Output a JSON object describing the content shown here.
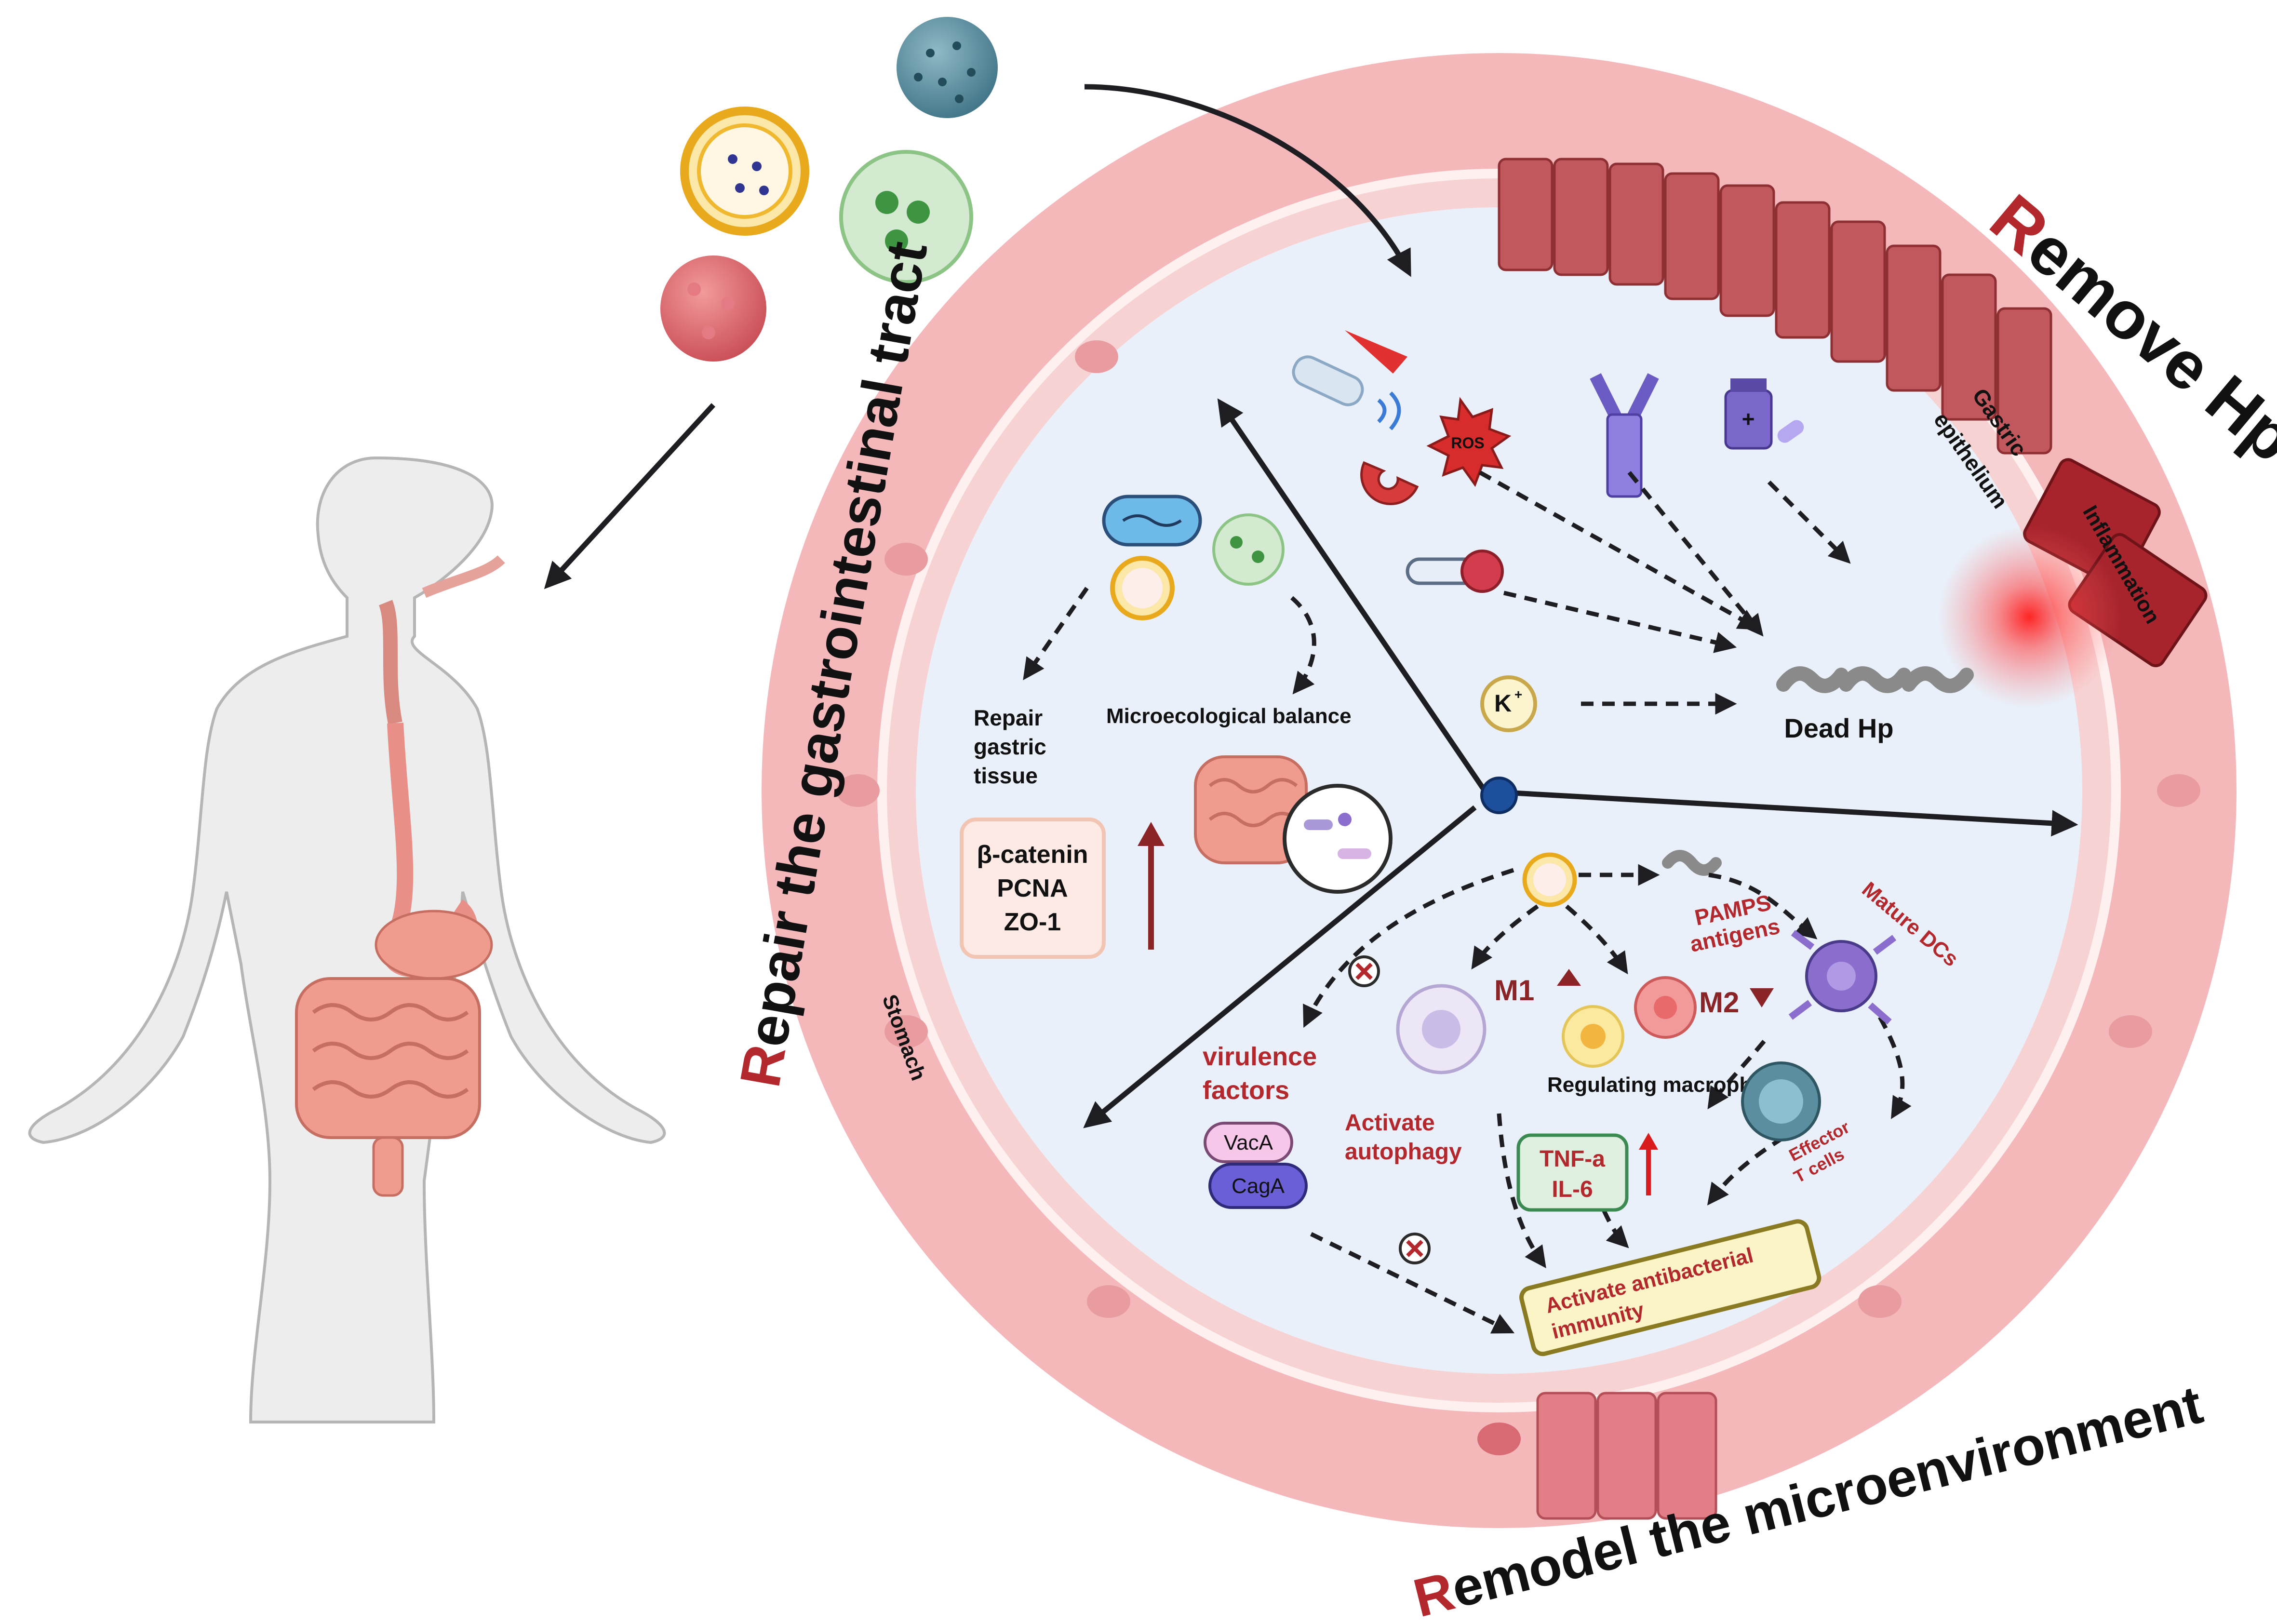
{
  "headings": {
    "remove_first": "R",
    "remove_rest": "emove Hp",
    "repair_first": "R",
    "repair_rest": "epair the gastrointestinal tract",
    "remodel_first": "R",
    "remodel_rest": "emodel the microenvironment"
  },
  "labels": {
    "gastric_epithelium_1": "Gastric",
    "gastric_epithelium_2": "epithelium",
    "inflammation": "Inflammation",
    "stomach": "Stomach",
    "ros": "ROS",
    "potassium": "K",
    "potassium_sup": "+",
    "dead_hp": "Dead Hp",
    "repair_gastric_1": "Repair",
    "repair_gastric_2": "gastric",
    "repair_gastric_3": "tissue",
    "microecological": "Microecological balance",
    "markers": [
      "β-catenin",
      "PCNA",
      "ZO-1"
    ],
    "virulence_1": "virulence",
    "virulence_2": "factors",
    "vaca": "VacA",
    "caga": "CagA",
    "activate_autophagy_1": "Activate",
    "activate_autophagy_2": "autophagy",
    "m1": "M1",
    "m2": "M2",
    "regulating_macrophages": "Regulating macrophages",
    "pamps_1": "PAMPS",
    "pamps_2": "antigens",
    "mature_dcs": "Mature DCs",
    "cytokines": [
      "TNF-a",
      "IL-6"
    ],
    "effector_1": "Effector",
    "effector_2": "T cells",
    "antibacterial_1": "Activate antibacterial",
    "antibacterial_2": "immunity"
  },
  "colors": {
    "heading_accent": "#b3282d",
    "healthy_epithelium": "#f4b8bb",
    "infected_epithelium": "#c1585d",
    "inflamed_epithelium": "#a8242d",
    "inner_lumen": "#e9f0f9",
    "arrow": "#1e1e22"
  },
  "icons": [
    "nanoparticle-icon",
    "liposome-icon",
    "hydrogel-icon",
    "ultrasound-probe-icon",
    "magnet-icon",
    "laser-icon",
    "ros-burst-icon",
    "antibody-icon",
    "drug-bottle-icon",
    "thermometer-icon",
    "helicobacter-icon",
    "intestine-icon",
    "microbiota-icon",
    "macrophage-icon",
    "dendritic-cell-icon",
    "t-cell-icon",
    "human-body-icon"
  ]
}
